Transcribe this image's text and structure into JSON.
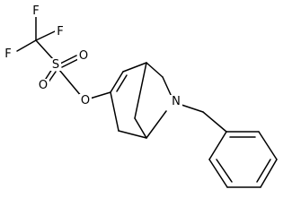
{
  "structure": {
    "atoms": {
      "f_top": "F",
      "f_left": "F",
      "f_right": "F",
      "sulfur": "S",
      "sulfonyl_o_lower": "O",
      "sulfonyl_o_right": "O",
      "ester_o": "O",
      "nitrogen": "N"
    },
    "colors": {
      "bond": "#000000",
      "text": "#000000",
      "background": "#ffffff"
    }
  }
}
